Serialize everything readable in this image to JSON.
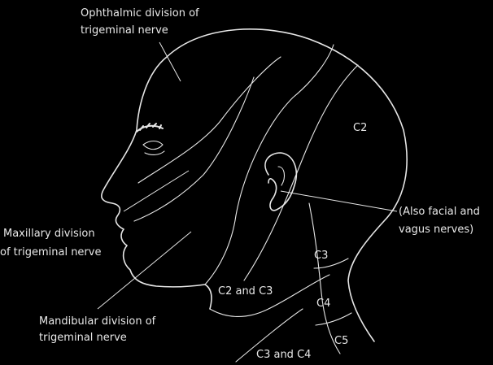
{
  "labels": {
    "ophthalmic_line1": "Ophthalmic division of",
    "ophthalmic_line2": "trigeminal nerve",
    "maxillary_line1": "Maxillary division",
    "maxillary_line2": "of trigeminal nerve",
    "mandibular_line1": "Mandibular division of",
    "mandibular_line2": "trigeminal nerve",
    "c2": "C2",
    "c2_and_c3": "C2 and C3",
    "c3": "C3",
    "c4": "C4",
    "c5": "C5",
    "c3_and_c4": "C3 and C4",
    "facial_line1": "(Also facial and",
    "facial_line2": "vagus nerves)"
  }
}
